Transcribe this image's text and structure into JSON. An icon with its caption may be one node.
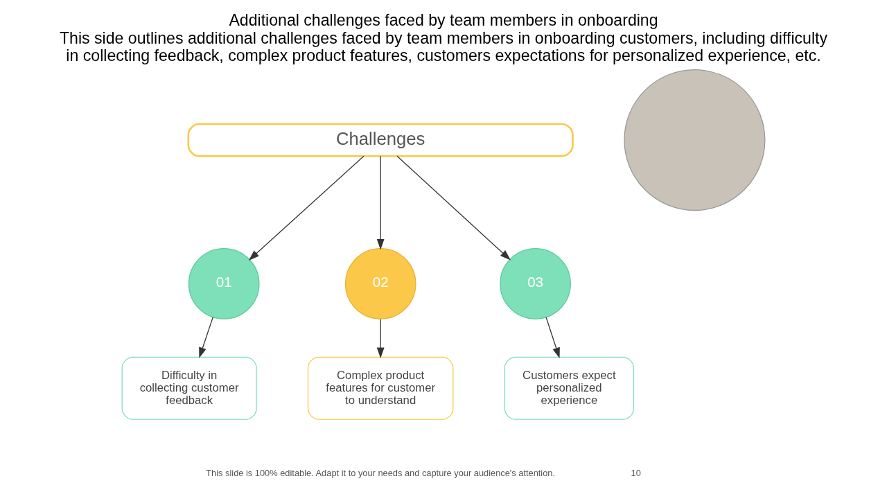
{
  "diagram": {
    "title": "Additional challenges faced by team members in onboarding",
    "caption": "This side outlines additional challenges faced by team members in onboarding customers, including difficulty in collecting feedback, complex product features, customers expectations for personalized experience, etc.",
    "nodes": [
      {
        "text": [
          "Challenges"
        ]
      },
      {
        "text": [
          "01"
        ]
      },
      {
        "text": [
          "Difficulty in collecting customer feedback"
        ]
      },
      {
        "text": [
          "02"
        ]
      },
      {
        "text": [
          "Complex product features for customer to understand"
        ]
      },
      {
        "text": [
          "03"
        ]
      },
      {
        "text": [
          "Customers expect personalized experience"
        ]
      },
      {
        "text": [],
        "shape": "circle"
      }
    ],
    "edges": [
      {
        "from": 0,
        "to": 1,
        "arrow": "to"
      },
      {
        "from": 0,
        "to": 3,
        "arrow": "to"
      },
      {
        "from": 0,
        "to": 5,
        "arrow": "to"
      },
      {
        "from": 1,
        "to": 2,
        "arrow": "to"
      },
      {
        "from": 3,
        "to": 4,
        "arrow": "to"
      },
      {
        "from": 5,
        "to": 6,
        "arrow": "to"
      }
    ],
    "labels": [
      "This slide is 100% editable. Adapt it to your needs and capture your audience's attention.",
      "10"
    ]
  }
}
